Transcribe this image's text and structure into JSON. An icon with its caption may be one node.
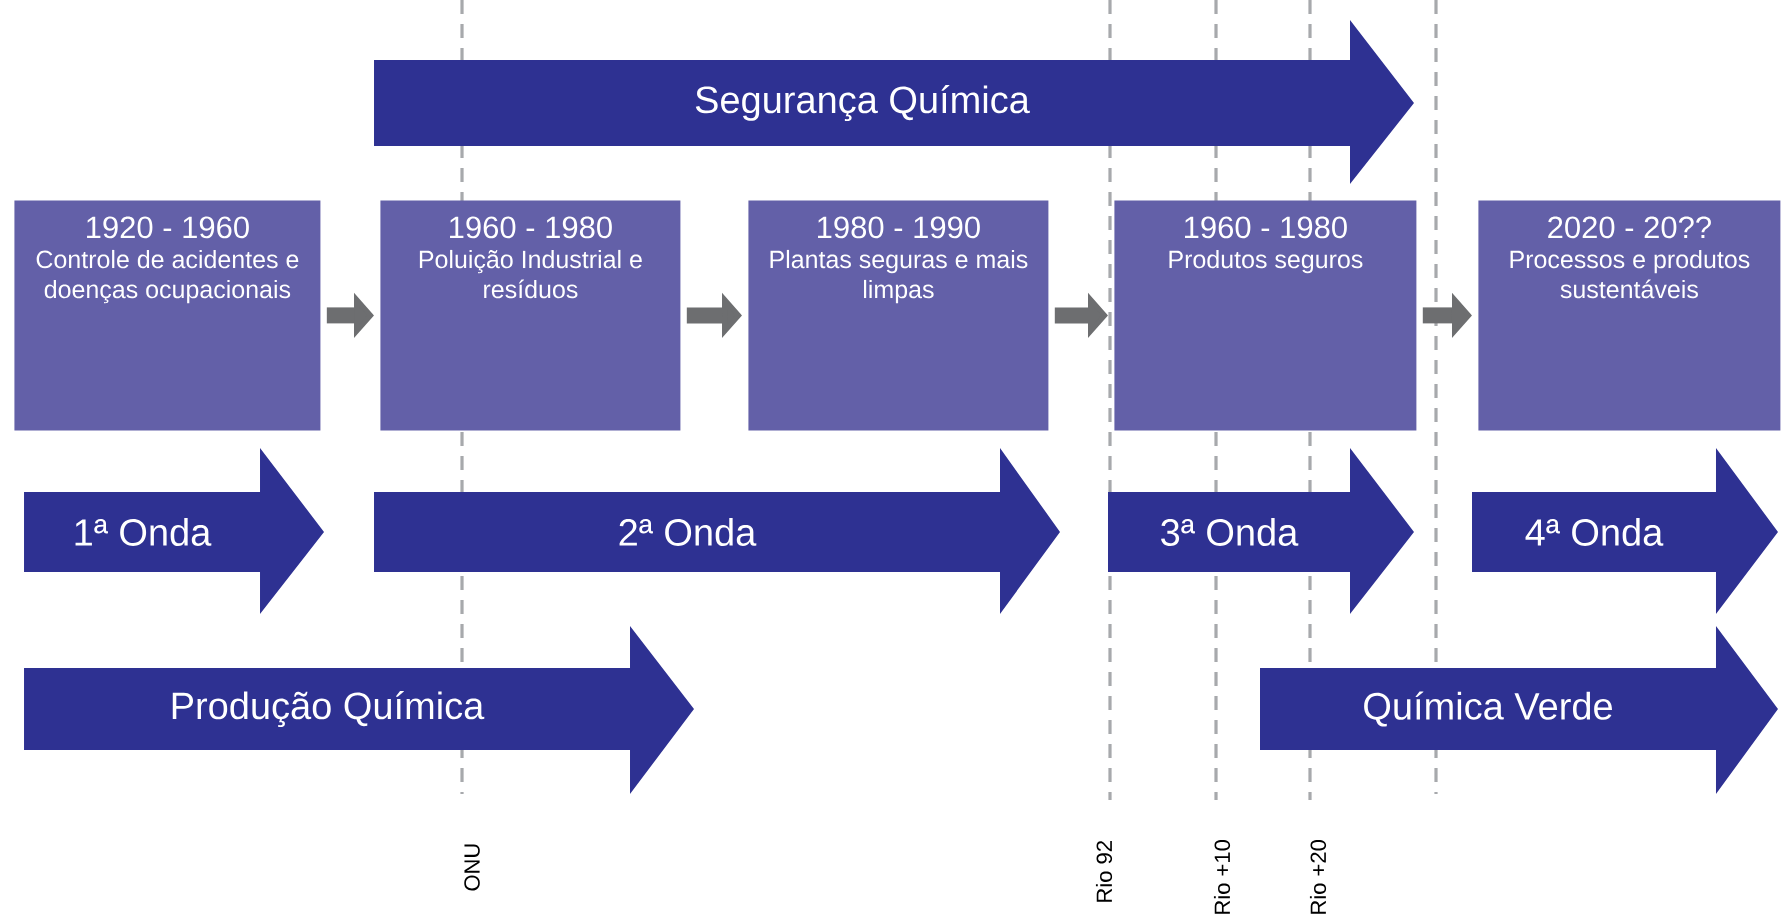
{
  "diagram": {
    "nodes": [
      {
        "text": [
          "Segurança Química"
        ]
      },
      {
        "text": [
          "1920 - 1960",
          "Controle de acidentes e doenças ocupacionais"
        ]
      },
      {
        "text": [
          "1960 - 1980",
          "Poluição Industrial e resíduos"
        ]
      },
      {
        "text": [
          "1980 - 1990",
          "Plantas seguras e mais limpas"
        ]
      },
      {
        "text": [
          "1960 - 1980",
          "Produtos seguros"
        ]
      },
      {
        "text": [
          "2020 - 20??",
          "Processos e produtos sustentáveis"
        ]
      },
      {
        "text": [
          "1ª Onda"
        ]
      },
      {
        "text": [
          "2ª Onda"
        ]
      },
      {
        "text": [
          "3ª Onda"
        ]
      },
      {
        "text": [
          "4ª Onda"
        ]
      },
      {
        "text": [
          "Produção Química"
        ]
      },
      {
        "text": [
          "Química Verde"
        ]
      }
    ],
    "edges": [
      {
        "from": 1,
        "to": 2,
        "arrow": "to"
      },
      {
        "from": 2,
        "to": 3,
        "arrow": "to"
      },
      {
        "from": 3,
        "to": 4,
        "arrow": "to"
      },
      {
        "from": 4,
        "to": 5,
        "arrow": "to"
      }
    ],
    "labels": [
      "ONU",
      "Rio 92",
      "Rio +10",
      "Rio +20"
    ]
  }
}
